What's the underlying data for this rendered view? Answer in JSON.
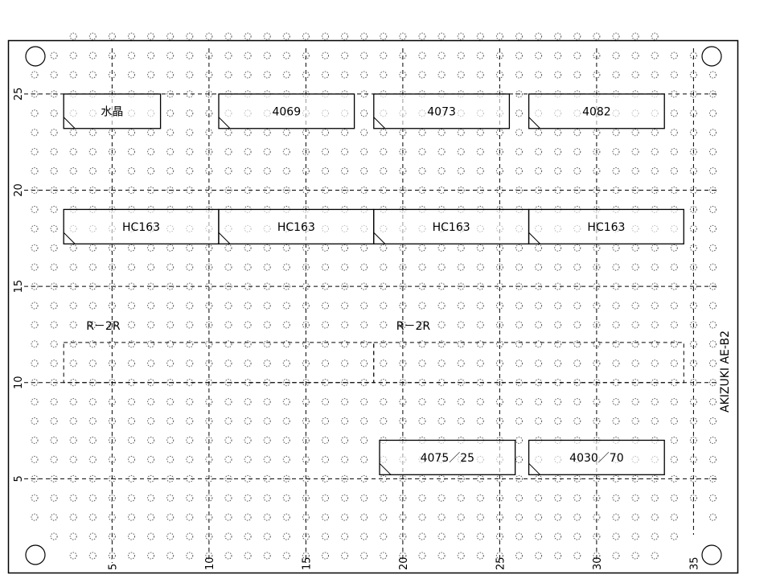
{
  "board": {
    "model": "AKIZUKI AE-B2",
    "columns": 36,
    "rows": 28
  },
  "axis": {
    "column_labels": [
      "5",
      "10",
      "15",
      "20",
      "25",
      "30",
      "35"
    ],
    "column_values": [
      5,
      10,
      15,
      20,
      25,
      30,
      35
    ],
    "row_labels": [
      "25",
      "20",
      "15",
      "10",
      "5"
    ],
    "row_values": [
      25,
      20,
      15,
      10,
      5
    ]
  },
  "chips": [
    {
      "label": "水晶",
      "col": [
        3,
        7
      ],
      "row": [
        23,
        25
      ]
    },
    {
      "label": "4069",
      "col": [
        11,
        17
      ],
      "row": [
        23,
        25
      ]
    },
    {
      "label": "4073",
      "col": [
        19,
        25
      ],
      "row": [
        23,
        25
      ]
    },
    {
      "label": "4082",
      "col": [
        27,
        33
      ],
      "row": [
        23,
        25
      ]
    },
    {
      "label": "HC163",
      "col": [
        3,
        10
      ],
      "row": [
        17,
        19
      ]
    },
    {
      "label": "HC163",
      "col": [
        11,
        18
      ],
      "row": [
        17,
        19
      ]
    },
    {
      "label": "HC163",
      "col": [
        19,
        26
      ],
      "row": [
        17,
        19
      ]
    },
    {
      "label": "HC163",
      "col": [
        27,
        34
      ],
      "row": [
        17,
        19
      ]
    },
    {
      "label": "4075／25",
      "col": [
        19.3,
        25.3
      ],
      "row": [
        5,
        7
      ]
    },
    {
      "label": "4030／70",
      "col": [
        27,
        33
      ],
      "row": [
        5,
        7
      ]
    }
  ],
  "networks": [
    {
      "label": "R－2R",
      "col": [
        3,
        18
      ],
      "row": [
        10,
        13
      ]
    },
    {
      "label": "R－2R",
      "col": [
        19,
        34
      ],
      "row": [
        10,
        13
      ]
    }
  ]
}
